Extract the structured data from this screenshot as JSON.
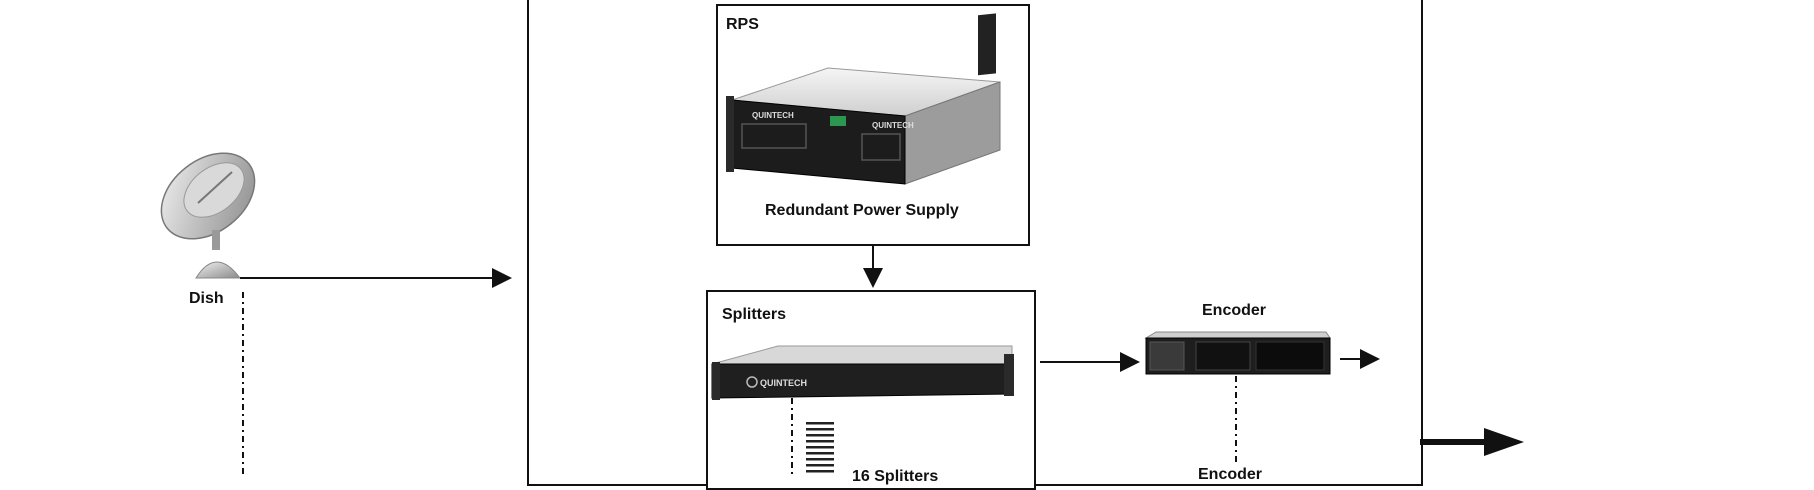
{
  "dish": {
    "label": "Dish",
    "icon": "satellite-dish-icon"
  },
  "rps": {
    "title": "RPS",
    "caption": "Redundant Power Supply",
    "brand": "QUINTECH"
  },
  "splitters": {
    "title": "Splitters",
    "brand": "QUINTECH",
    "bottom_label": "16 Splitters"
  },
  "encoder": {
    "title": "Encoder",
    "bottom_label": "Encoder"
  },
  "colors": {
    "line": "#111111",
    "device_dark": "#1c1c1c",
    "device_silver": "#cfcfcf"
  }
}
